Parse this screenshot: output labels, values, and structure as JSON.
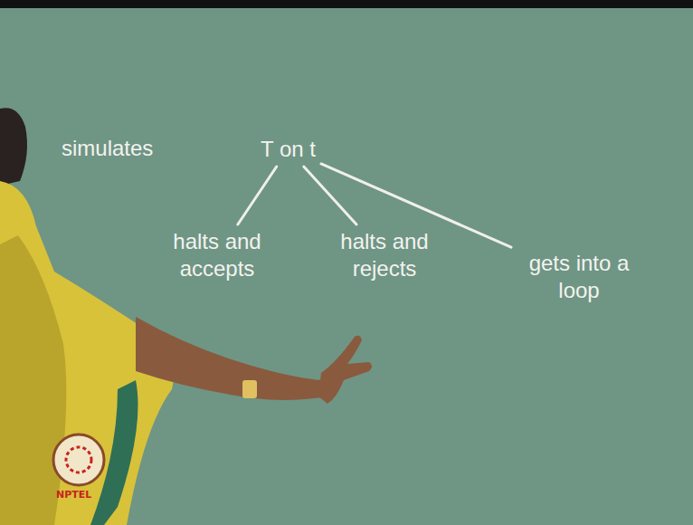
{
  "diagram": {
    "nodes": [
      {
        "text": [
          "T on t"
        ]
      },
      {
        "text": [
          "halts and accepts"
        ]
      },
      {
        "text": [
          "halts and rejects"
        ]
      },
      {
        "text": [
          "gets into a loop"
        ]
      }
    ],
    "edges": [
      {
        "from": 0,
        "to": 1,
        "arrow": "none"
      },
      {
        "from": 0,
        "to": 2,
        "arrow": "none"
      },
      {
        "from": 0,
        "to": 3,
        "arrow": "none"
      }
    ],
    "labels": [
      "simulates",
      "NPTEL"
    ]
  }
}
